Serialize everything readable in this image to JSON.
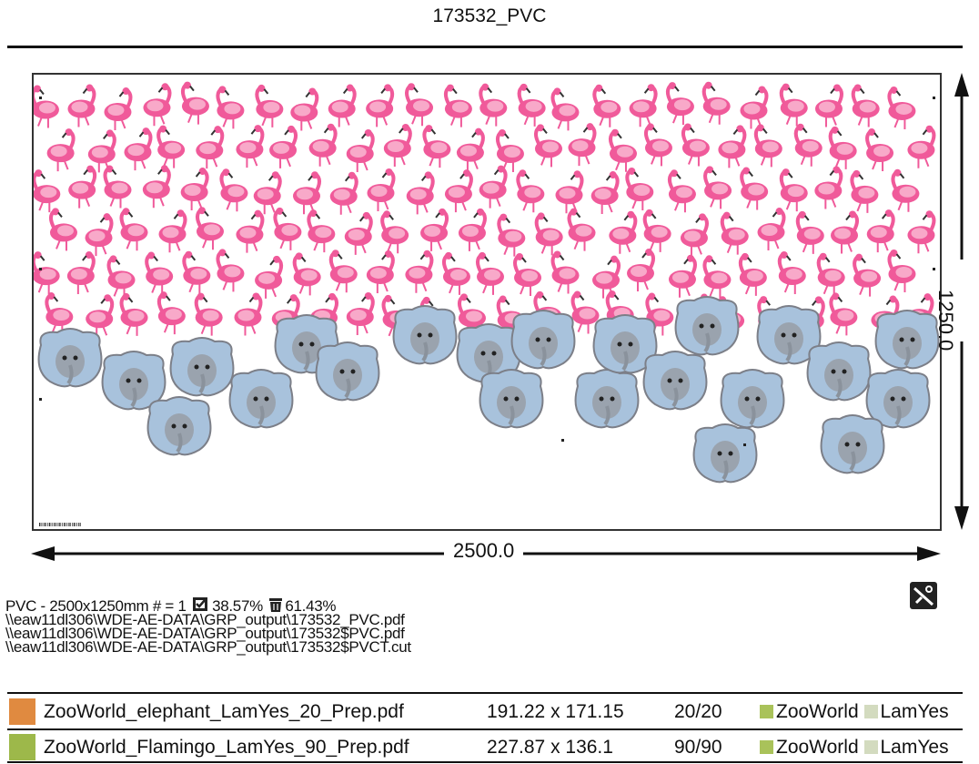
{
  "title": "173532_PVC",
  "sheet": {
    "width_label": "2500.0",
    "height_label": "1250.0"
  },
  "info": {
    "material_line": "PVC - 2500x1250mm # = 1",
    "usage_pct": "38.57%",
    "waste_pct": "61.43%",
    "paths": [
      "\\\\eaw11dl306\\WDE-AE-DATA\\GRP_output\\173532_PVC.pdf",
      "\\\\eaw11dl306\\WDE-AE-DATA\\GRP_output\\173532$PVC.pdf",
      "\\\\eaw11dl306\\WDE-AE-DATA\\GRP_output\\173532$PVCT.cut"
    ]
  },
  "icons": {
    "usage": "checkbox-doc-icon",
    "waste": "trash-icon",
    "cut": "cut-tool-icon"
  },
  "jobs": [
    {
      "color": "#e08a40",
      "name": "ZooWorld_elephant_LamYes_20_Prep.pdf",
      "size": "191.22 x 171.15",
      "count": "20/20",
      "tags": [
        {
          "label": "ZooWorld",
          "color": "#a9c25a"
        },
        {
          "label": "LamYes",
          "color": "#d3dbbf"
        }
      ]
    },
    {
      "color": "#9db84a",
      "name": "ZooWorld_Flamingo_LamYes_90_Prep.pdf",
      "size": "227.87 x 136.1",
      "count": "90/90",
      "tags": [
        {
          "label": "ZooWorld",
          "color": "#a9c25a"
        },
        {
          "label": "LamYes",
          "color": "#d3dbbf"
        }
      ]
    }
  ]
}
